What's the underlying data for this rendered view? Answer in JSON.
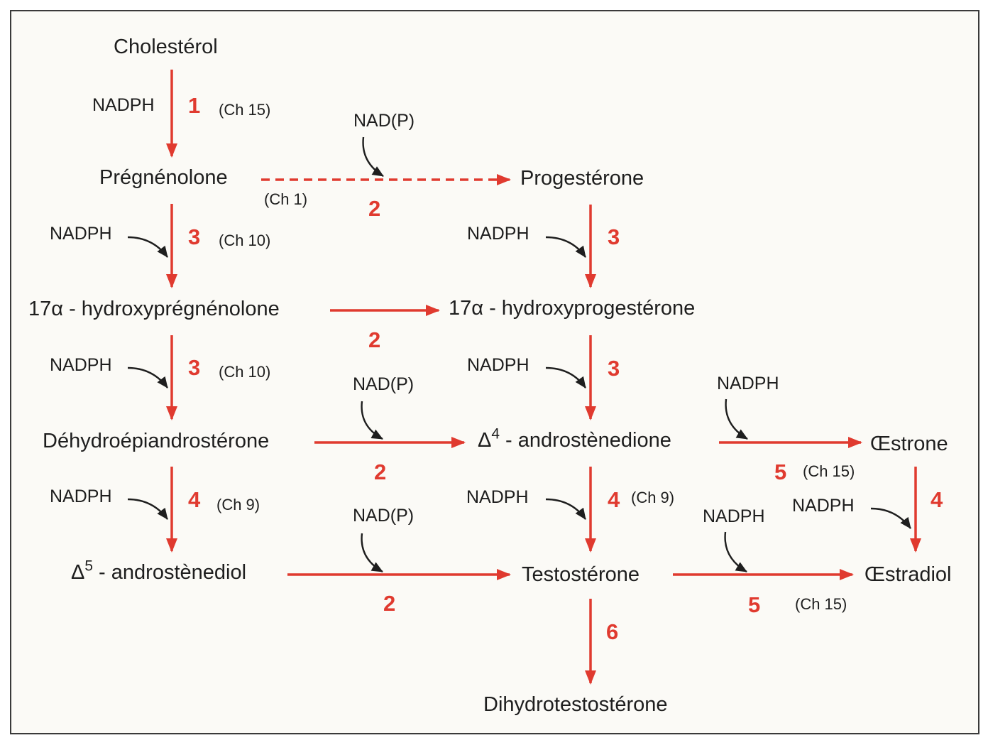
{
  "compounds": {
    "cholesterol": "Cholestérol",
    "pregnenolone": "Prégnénolone",
    "progesterone": "Progestérone",
    "oh_pregnenolone": "17α - hydroxyprégnénolone",
    "oh_progesterone": "17α - hydroxyprogestérone",
    "dhea": "Déhydroépiandrostérone",
    "androstenedione_sym": "Δ",
    "androstenedione_sup": "4",
    "androstenedione_name": " - androstènedione",
    "estrone": "Œstrone",
    "androstenediol_sym": "Δ",
    "androstenediol_sup": "5",
    "androstenediol_name": " - androstènediol",
    "testosterone": "Testostérone",
    "estradiol": "Œstradiol",
    "dht": "Dihydrotestostérone"
  },
  "cofactors": {
    "nadph": "NADPH",
    "nadp": "NAD(P)"
  },
  "steps": {
    "s1": "1",
    "s2": "2",
    "s3": "3",
    "s4": "4",
    "s5": "5",
    "s6": "6"
  },
  "chromosomes": {
    "ch15": "(Ch 15)",
    "ch1": "(Ch 1)",
    "ch10": "(Ch 10)",
    "ch9": "(Ch 9)"
  },
  "colors": {
    "arrow": "#e03a2f",
    "cofactor_arrow": "#1e1e1e",
    "frame": "#3a3a3a",
    "background": "#fbfaf6"
  }
}
